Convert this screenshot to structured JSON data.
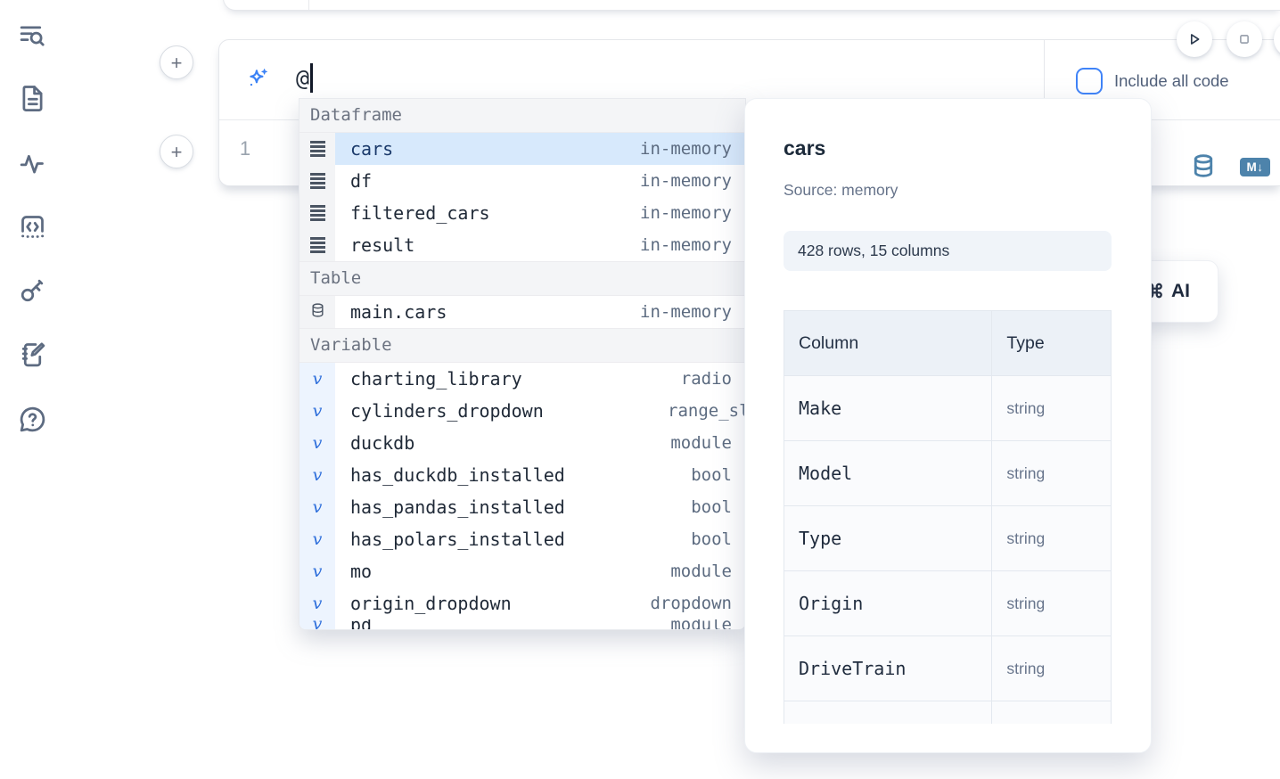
{
  "colors": {
    "accent_blue": "#3b82f6",
    "selection_bg": "#d7e9fc",
    "steel_blue": "#4d83ab"
  },
  "sidebar": {
    "icons": [
      "toc-search",
      "document",
      "activity",
      "code-cell",
      "key",
      "scratchpad",
      "help"
    ]
  },
  "cell_controls": {
    "add_cell_above": "+",
    "add_cell_below": "+"
  },
  "run_controls": {
    "run": "play",
    "interrupt": "stop"
  },
  "ai_prompt": {
    "value": "@",
    "include_all_code": {
      "label": "Include all code",
      "checked": false
    }
  },
  "editor": {
    "line_number": "1",
    "markdown_badge": "M↓"
  },
  "ai_generate_button": {
    "shortcut": "⌘",
    "label": "AI"
  },
  "autocomplete": {
    "sections": [
      {
        "title": "Dataframe",
        "items": [
          {
            "icon": "dataframe",
            "label": "cars",
            "detail": "in-memory",
            "selected": true
          },
          {
            "icon": "dataframe",
            "label": "df",
            "detail": "in-memory"
          },
          {
            "icon": "dataframe",
            "label": "filtered_cars",
            "detail": "in-memory"
          },
          {
            "icon": "dataframe",
            "label": "result",
            "detail": "in-memory"
          }
        ]
      },
      {
        "title": "Table",
        "items": [
          {
            "icon": "database",
            "label": "main.cars",
            "detail": "in-memory"
          }
        ]
      },
      {
        "title": "Variable",
        "items": [
          {
            "icon": "variable",
            "label": "charting_library",
            "detail": "radio"
          },
          {
            "icon": "variable",
            "label": "cylinders_dropdown",
            "detail": "range_sli",
            "clipped": true
          },
          {
            "icon": "variable",
            "label": "duckdb",
            "detail": "module"
          },
          {
            "icon": "variable",
            "label": "has_duckdb_installed",
            "detail": "bool"
          },
          {
            "icon": "variable",
            "label": "has_pandas_installed",
            "detail": "bool"
          },
          {
            "icon": "variable",
            "label": "has_polars_installed",
            "detail": "bool"
          },
          {
            "icon": "variable",
            "label": "mo",
            "detail": "module"
          },
          {
            "icon": "variable",
            "label": "origin_dropdown",
            "detail": "dropdown"
          },
          {
            "icon": "variable",
            "label": "pd",
            "detail": "module",
            "partial": true
          }
        ]
      }
    ]
  },
  "preview": {
    "title": "cars",
    "source": "Source: memory",
    "shape": "428 rows, 15 columns",
    "table": {
      "headers": [
        "Column",
        "Type"
      ],
      "rows": [
        [
          "Make",
          "string"
        ],
        [
          "Model",
          "string"
        ],
        [
          "Type",
          "string"
        ],
        [
          "Origin",
          "string"
        ],
        [
          "DriveTrain",
          "string"
        ]
      ]
    }
  }
}
